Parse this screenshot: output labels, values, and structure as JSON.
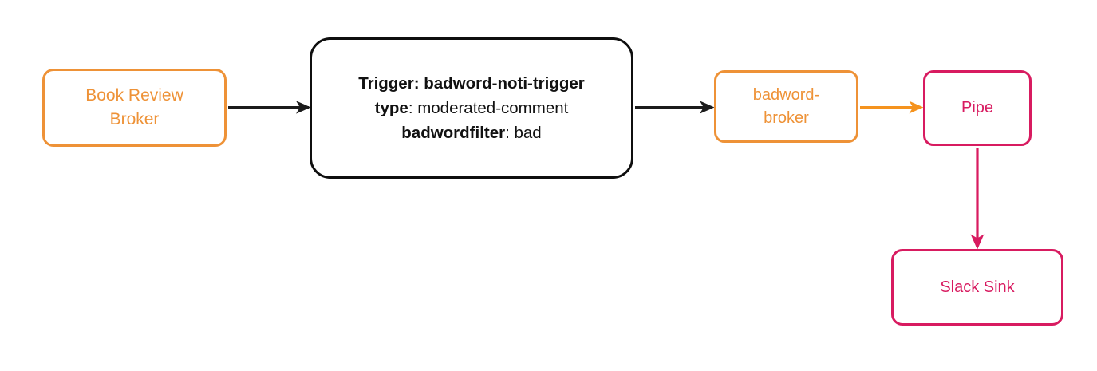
{
  "diagram": {
    "type": "flowchart",
    "direction": "left-to-right",
    "background": "#ffffff",
    "colors": {
      "broker_orange": "#ee9237",
      "trigger_black": "#0f0f0f",
      "pipe_crimson": "#d81b60"
    },
    "nodes": {
      "book_review_broker": {
        "label": "Book Review Broker",
        "line1": "Book Review",
        "line2": "Broker",
        "color": "#ee9237"
      },
      "trigger": {
        "line1_bold": "Trigger: badword-noti-trigger",
        "line2_key": "type",
        "line2_value": ": moderated-comment",
        "line3_key": "badwordfilter",
        "line3_value": ": bad",
        "color": "#0f0f0f"
      },
      "badword_broker": {
        "label": "badword-broker",
        "line1": "badword-",
        "line2": "broker",
        "color": "#ee9237"
      },
      "pipe": {
        "label": "Pipe",
        "color": "#d81b60"
      },
      "slack_sink": {
        "label": "Slack Sink",
        "color": "#d81b60"
      }
    },
    "edges": [
      {
        "id": "edge-broker-to-trigger",
        "from": "book_review_broker",
        "to": "trigger",
        "color": "#1b1b1b",
        "label": ""
      },
      {
        "id": "edge-trigger-to-badword-broker",
        "from": "trigger",
        "to": "badword_broker",
        "color": "#1b1b1b",
        "label": ""
      },
      {
        "id": "edge-badword-broker-to-pipe",
        "from": "badword_broker",
        "to": "pipe",
        "color": "#f5931e",
        "label": ""
      },
      {
        "id": "edge-pipe-to-slack-sink",
        "from": "pipe",
        "to": "slack_sink",
        "color": "#d81b60",
        "label": ""
      }
    ]
  }
}
